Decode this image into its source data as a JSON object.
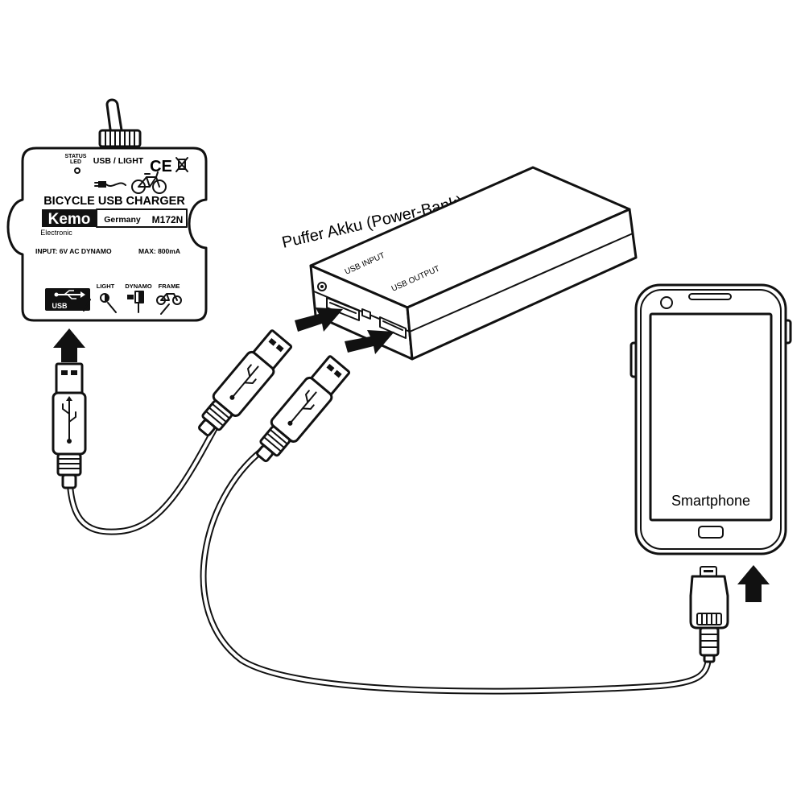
{
  "charger": {
    "status_led": "STATUS\nLED",
    "switch_label": "USB / LIGHT",
    "ce_mark": "CE",
    "title": "BICYCLE USB CHARGER",
    "brand": "Kemo",
    "brand_sub": "Electronic",
    "country": "Germany",
    "model": "M172N",
    "input_spec": "INPUT: 6V AC DYNAMO",
    "max_spec": "MAX: 800mA",
    "usb_label": "USB",
    "light_label": "LIGHT",
    "dynamo_label": "DYNAMO",
    "frame_label": "FRAME"
  },
  "powerbank": {
    "title": "Puffer Akku (Power-Bank)",
    "usb_input": "USB INPUT",
    "usb_output": "USB OUTPUT"
  },
  "smartphone": {
    "label": "Smartphone"
  },
  "icons": [
    "usb-trident-icon",
    "bicycle-icon",
    "plug-icon",
    "arrow-up-icon",
    "arrow-right-icon",
    "power-button-icon",
    "camera-icon"
  ]
}
